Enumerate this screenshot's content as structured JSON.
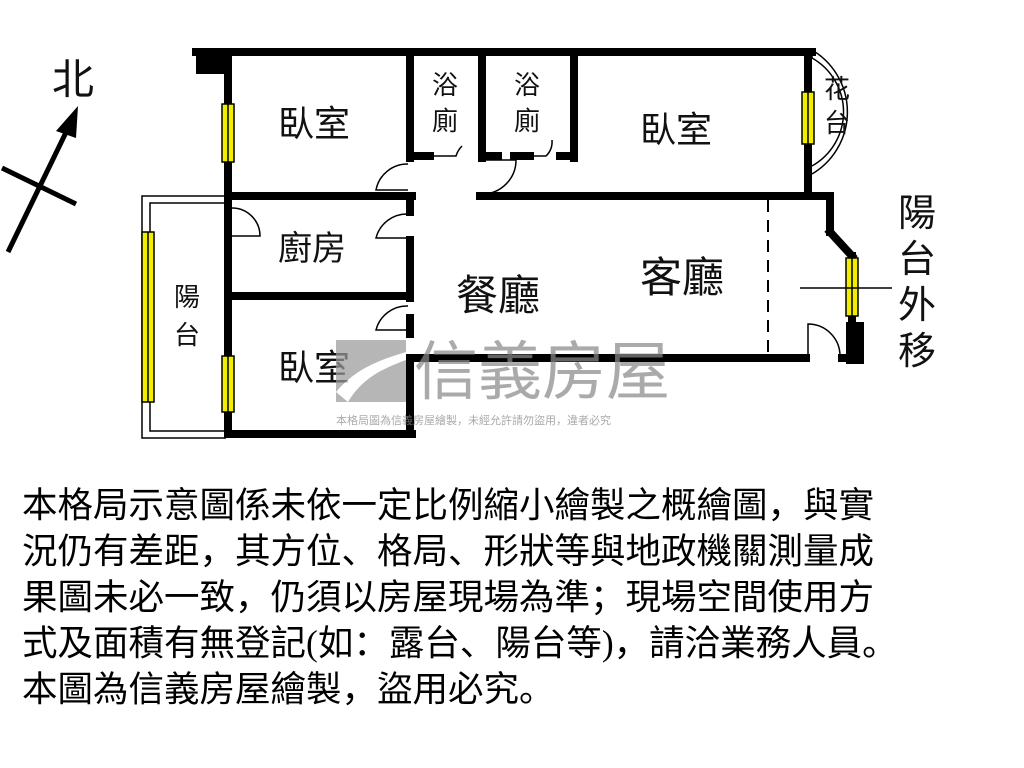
{
  "compass": {
    "label": "北"
  },
  "rooms": {
    "bedroom_top_left": "臥室",
    "bath_left": [
      "浴",
      "廁"
    ],
    "bath_right": [
      "浴",
      "廁"
    ],
    "bedroom_top_right": "臥室",
    "flower_stand": [
      "花",
      "台"
    ],
    "kitchen": "廚房",
    "dining": "餐廳",
    "living": "客廳",
    "balcony_left": [
      "陽",
      "台"
    ],
    "bedroom_bottom": "臥室",
    "balcony_moved_out": [
      "陽",
      "台",
      "外",
      "移"
    ]
  },
  "watermark": {
    "brand": "信義房屋",
    "note": "本格局圖為信義房屋繪製，未經允許請勿盜用，違者必究"
  },
  "disclaimer_lines": [
    "本格局示意圖係未依一定比例縮小繪製之概繪圖，與實",
    "況仍有差距，其方位、格局、形狀等與地政機關測量成",
    "果圖未必一致，仍須以房屋現場為準；現場空間使用方",
    "式及面積有無登記(如：露台、陽台等)，請洽業務人員。",
    "本圖為信義房屋繪製，盜用必究。"
  ],
  "colors": {
    "wall": "#000000",
    "window_fill": "#f2ee00",
    "watermark": "#8a8a8a"
  }
}
